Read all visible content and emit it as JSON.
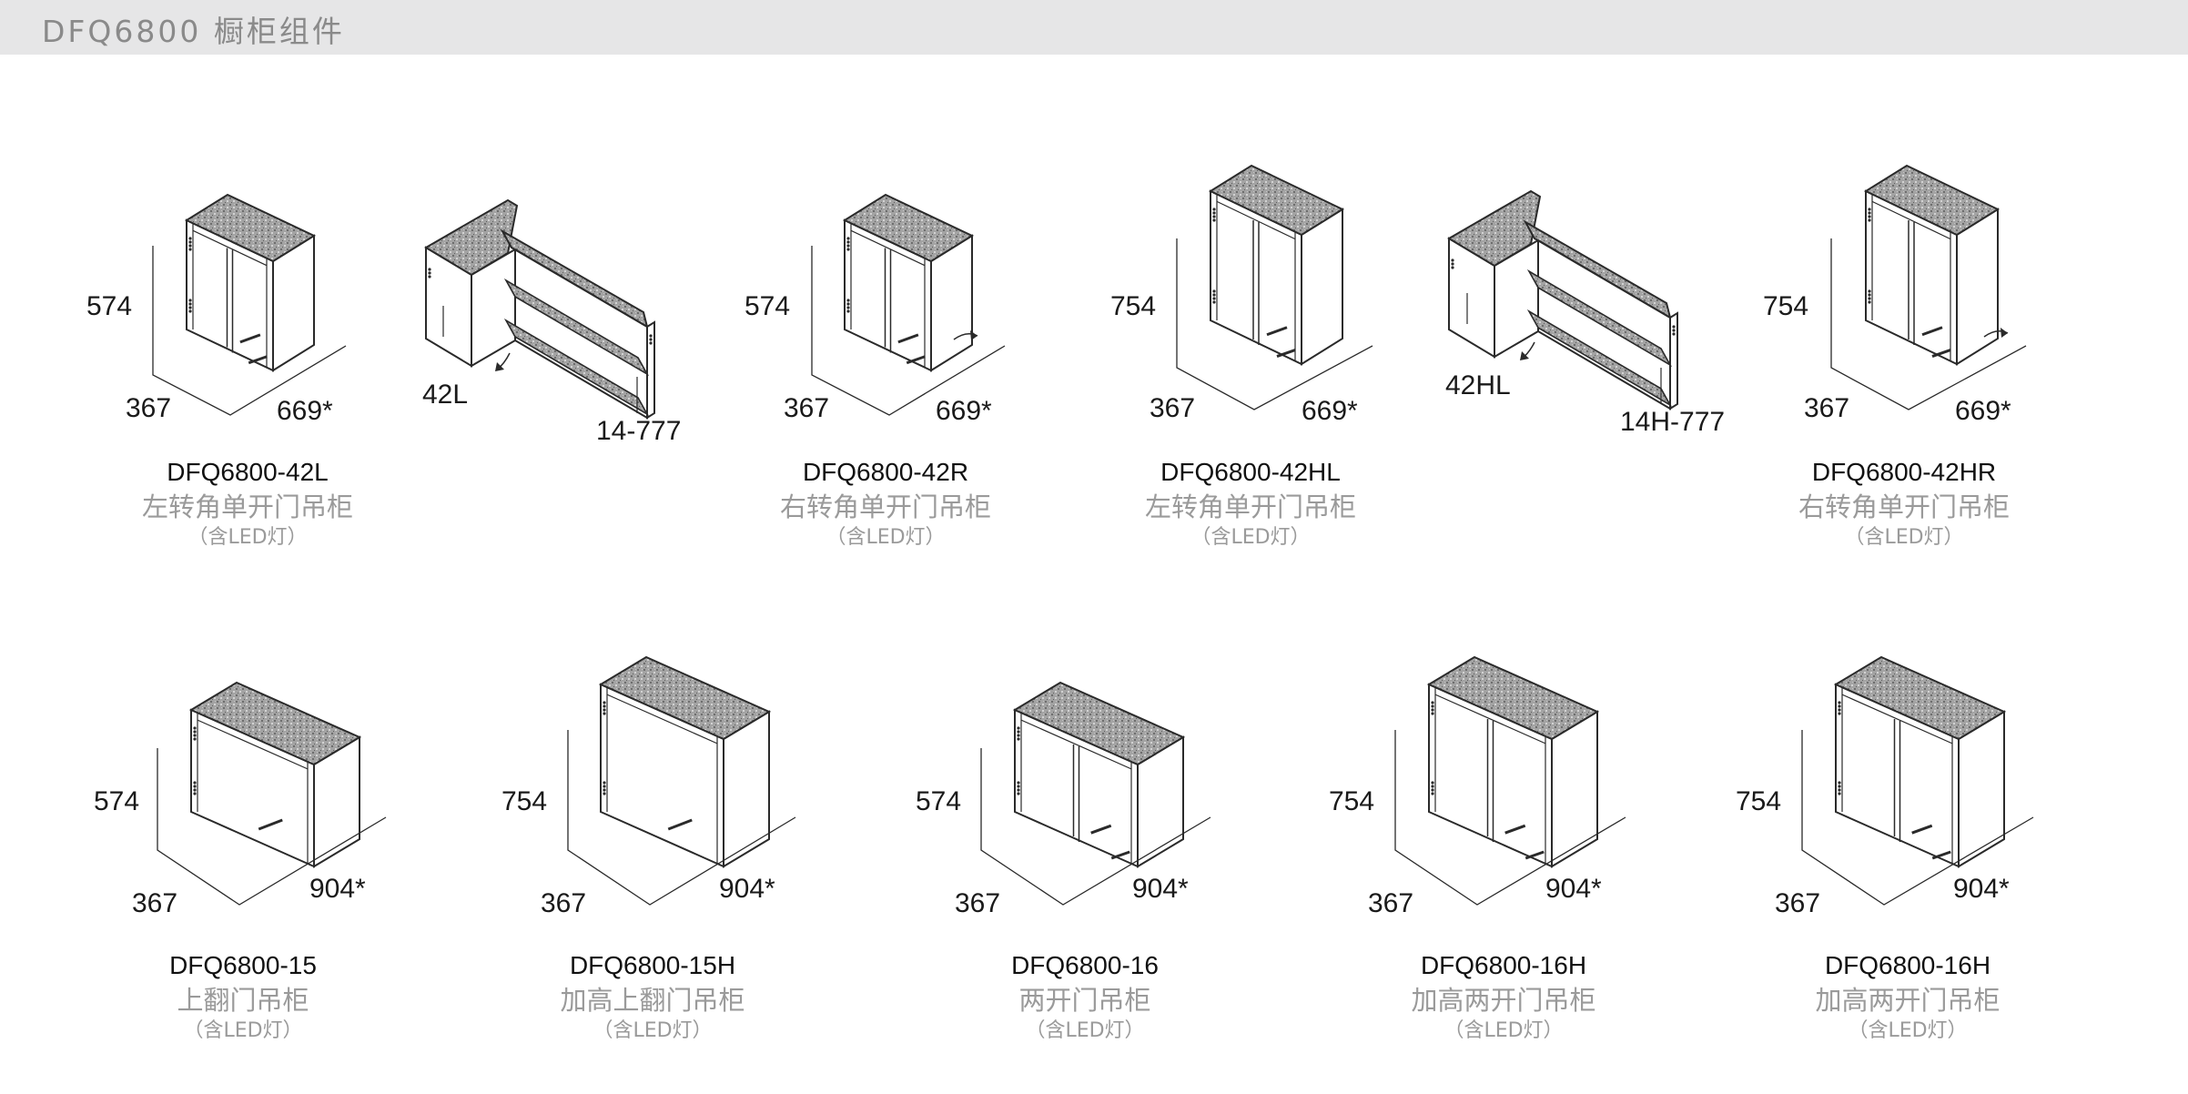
{
  "header": {
    "title": "DFQ6800 橱柜组件"
  },
  "row1": [
    {
      "code": "DFQ6800-42L",
      "name": "左转角单开门吊柜",
      "note": "（含LED灯）",
      "height": "574",
      "depth": "367",
      "width": "669*",
      "corner": {
        "left_label": "42L",
        "right_label": "14-777"
      }
    },
    {
      "code": "DFQ6800-42R",
      "name": "右转角单开门吊柜",
      "note": "（含LED灯）",
      "height": "574",
      "depth": "367",
      "width": "669*"
    },
    {
      "code": "DFQ6800-42HL",
      "name": "左转角单开门吊柜",
      "note": "（含LED灯）",
      "height": "754",
      "depth": "367",
      "width": "669*",
      "corner": {
        "left_label": "42HL",
        "right_label": "14H-777"
      }
    },
    {
      "code": "DFQ6800-42HR",
      "name": "右转角单开门吊柜",
      "note": "（含LED灯）",
      "height": "754",
      "depth": "367",
      "width": "669*"
    }
  ],
  "row2": [
    {
      "code": "DFQ6800-15",
      "name": "上翻门吊柜",
      "note": "（含LED灯）",
      "height": "574",
      "depth": "367",
      "width": "904*"
    },
    {
      "code": "DFQ6800-15H",
      "name": "加高上翻门吊柜",
      "note": "（含LED灯）",
      "height": "754",
      "depth": "367",
      "width": "904*"
    },
    {
      "code": "DFQ6800-16",
      "name": "两开门吊柜",
      "note": "（含LED灯）",
      "height": "574",
      "depth": "367",
      "width": "904*"
    },
    {
      "code": "DFQ6800-16H",
      "name": "加高两开门吊柜",
      "note": "（含LED灯）",
      "height": "754",
      "depth": "367",
      "width": "904*"
    },
    {
      "code": "DFQ6800-16H",
      "name": "加高两开门吊柜",
      "note": "（含LED灯）",
      "height": "754",
      "depth": "367",
      "width": "904*"
    }
  ]
}
